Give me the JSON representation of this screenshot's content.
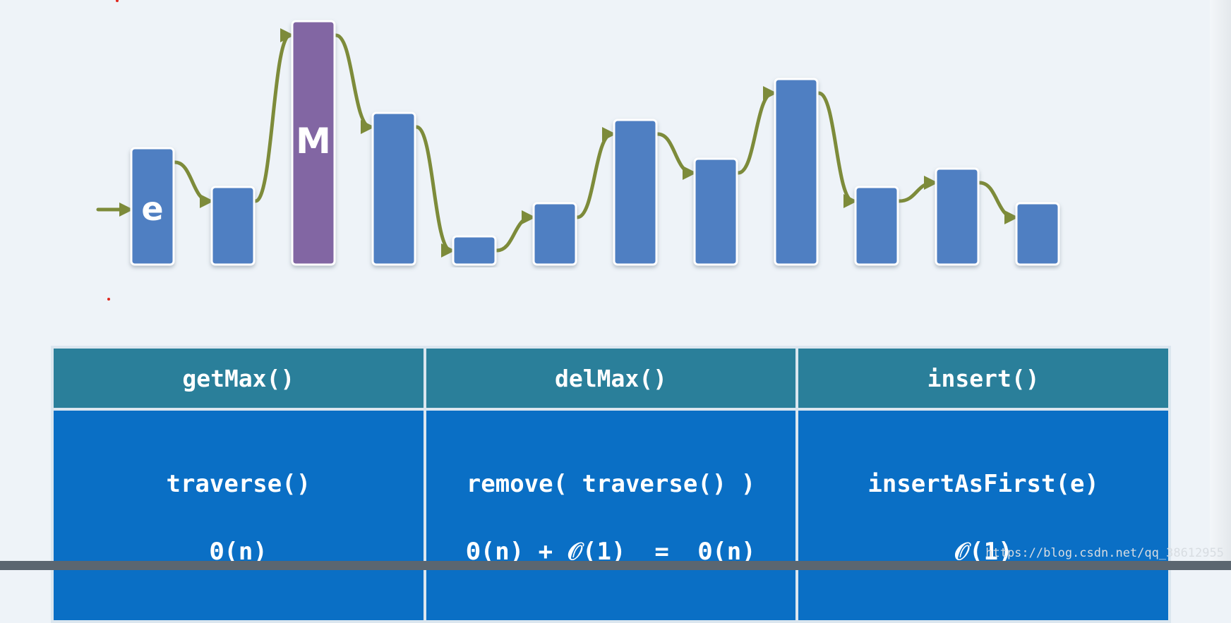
{
  "diagram": {
    "bars": [
      {
        "height": 165,
        "color": "#4f7fc2",
        "label": "e"
      },
      {
        "height": 110,
        "color": "#4f7fc2",
        "label": ""
      },
      {
        "height": 345,
        "color": "#8266a3",
        "label": "M"
      },
      {
        "height": 215,
        "color": "#4f7fc2",
        "label": ""
      },
      {
        "height": 40,
        "color": "#4f7fc2",
        "label": ""
      },
      {
        "height": 87,
        "color": "#4f7fc2",
        "label": ""
      },
      {
        "height": 205,
        "color": "#4f7fc2",
        "label": ""
      },
      {
        "height": 150,
        "color": "#4f7fc2",
        "label": ""
      },
      {
        "height": 263,
        "color": "#4f7fc2",
        "label": ""
      },
      {
        "height": 110,
        "color": "#4f7fc2",
        "label": ""
      },
      {
        "height": 136,
        "color": "#4f7fc2",
        "label": ""
      },
      {
        "height": 87,
        "color": "#4f7fc2",
        "label": ""
      }
    ],
    "arrow_color": "#7d8b3a"
  },
  "table": {
    "headers": [
      "getMax()",
      "delMax()",
      "insert()"
    ],
    "operations": [
      "traverse()",
      "remove( traverse() )",
      "insertAsFirst(e)"
    ],
    "complexities": [
      "Θ(n)",
      "Θ(n) + 𝒪(1)  =  Θ(n)",
      "𝒪(1)"
    ]
  },
  "watermark": "https://blog.csdn.net/qq_38612955"
}
